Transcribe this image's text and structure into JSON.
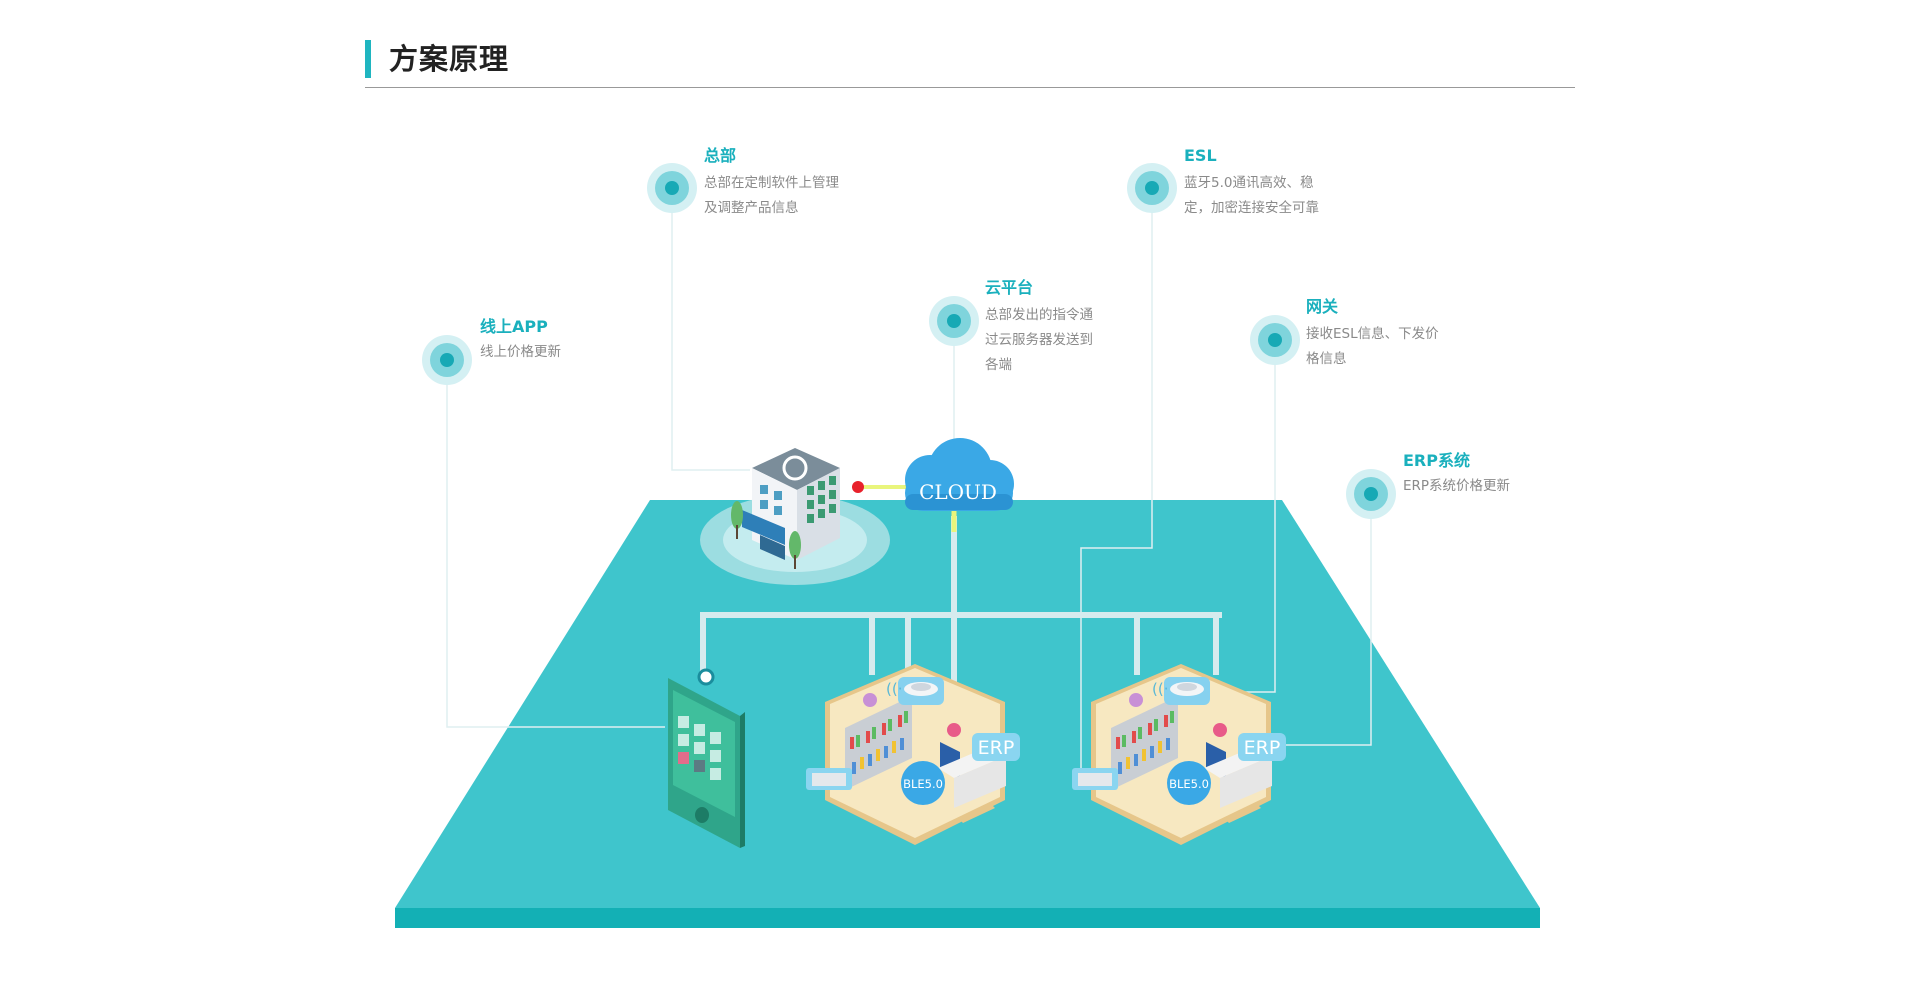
{
  "section": {
    "title": "方案原理",
    "accent_color": "#1fb5c0"
  },
  "colors": {
    "floor_top": "#3fc5cc",
    "floor_edge": "#13b0b5",
    "callout_title": "#1ab0bd",
    "connector": "#d6ebee",
    "cloud": "#3aa8e6"
  },
  "callouts": {
    "headquarters": {
      "title": "总部",
      "desc_1": "总部在定制软件上管理",
      "desc_2": "及调整产品信息"
    },
    "online_app": {
      "title": "线上APP",
      "desc_1": "线上价格更新"
    },
    "cloud_platform": {
      "title": "云平台",
      "desc_1": "总部发出的指令通",
      "desc_2": "过云服务器发送到",
      "desc_3": "各端"
    },
    "esl": {
      "title": "ESL",
      "desc_1": "蓝牙5.0通讯高效、稳",
      "desc_2": "定，加密连接安全可靠"
    },
    "gateway": {
      "title": "网关",
      "desc_1": "接收ESL信息、下发价",
      "desc_2": "格信息"
    },
    "erp_system": {
      "title": "ERP系统",
      "desc_1": "ERP系统价格更新"
    }
  },
  "illustration": {
    "cloud_label": "CLOUD",
    "store_1": {
      "erp_label": "ERP",
      "ble_label": "BLE5.0"
    },
    "store_2": {
      "erp_label": "ERP",
      "ble_label": "BLE5.0"
    },
    "icons": [
      "headquarters-building-icon",
      "cloud-icon",
      "mobile-app-icon",
      "store-icon",
      "gateway-icon",
      "esl-tag-icon",
      "computer-icon"
    ]
  }
}
